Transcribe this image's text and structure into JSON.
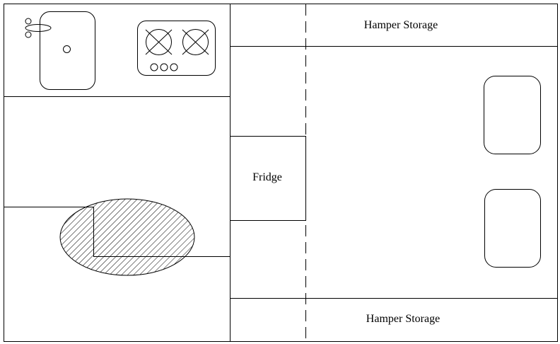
{
  "labels": {
    "hamper_top": "Hamper Storage",
    "fridge": "Fridge",
    "hamper_bottom": "Hamper Storage"
  },
  "colors": {
    "line": "#000000",
    "background": "#ffffff",
    "hatch": "#000000"
  },
  "icons": {
    "sink": "sink-icon",
    "stove": "stove-icon",
    "table": "table-icon",
    "seats": "seat-icon"
  }
}
